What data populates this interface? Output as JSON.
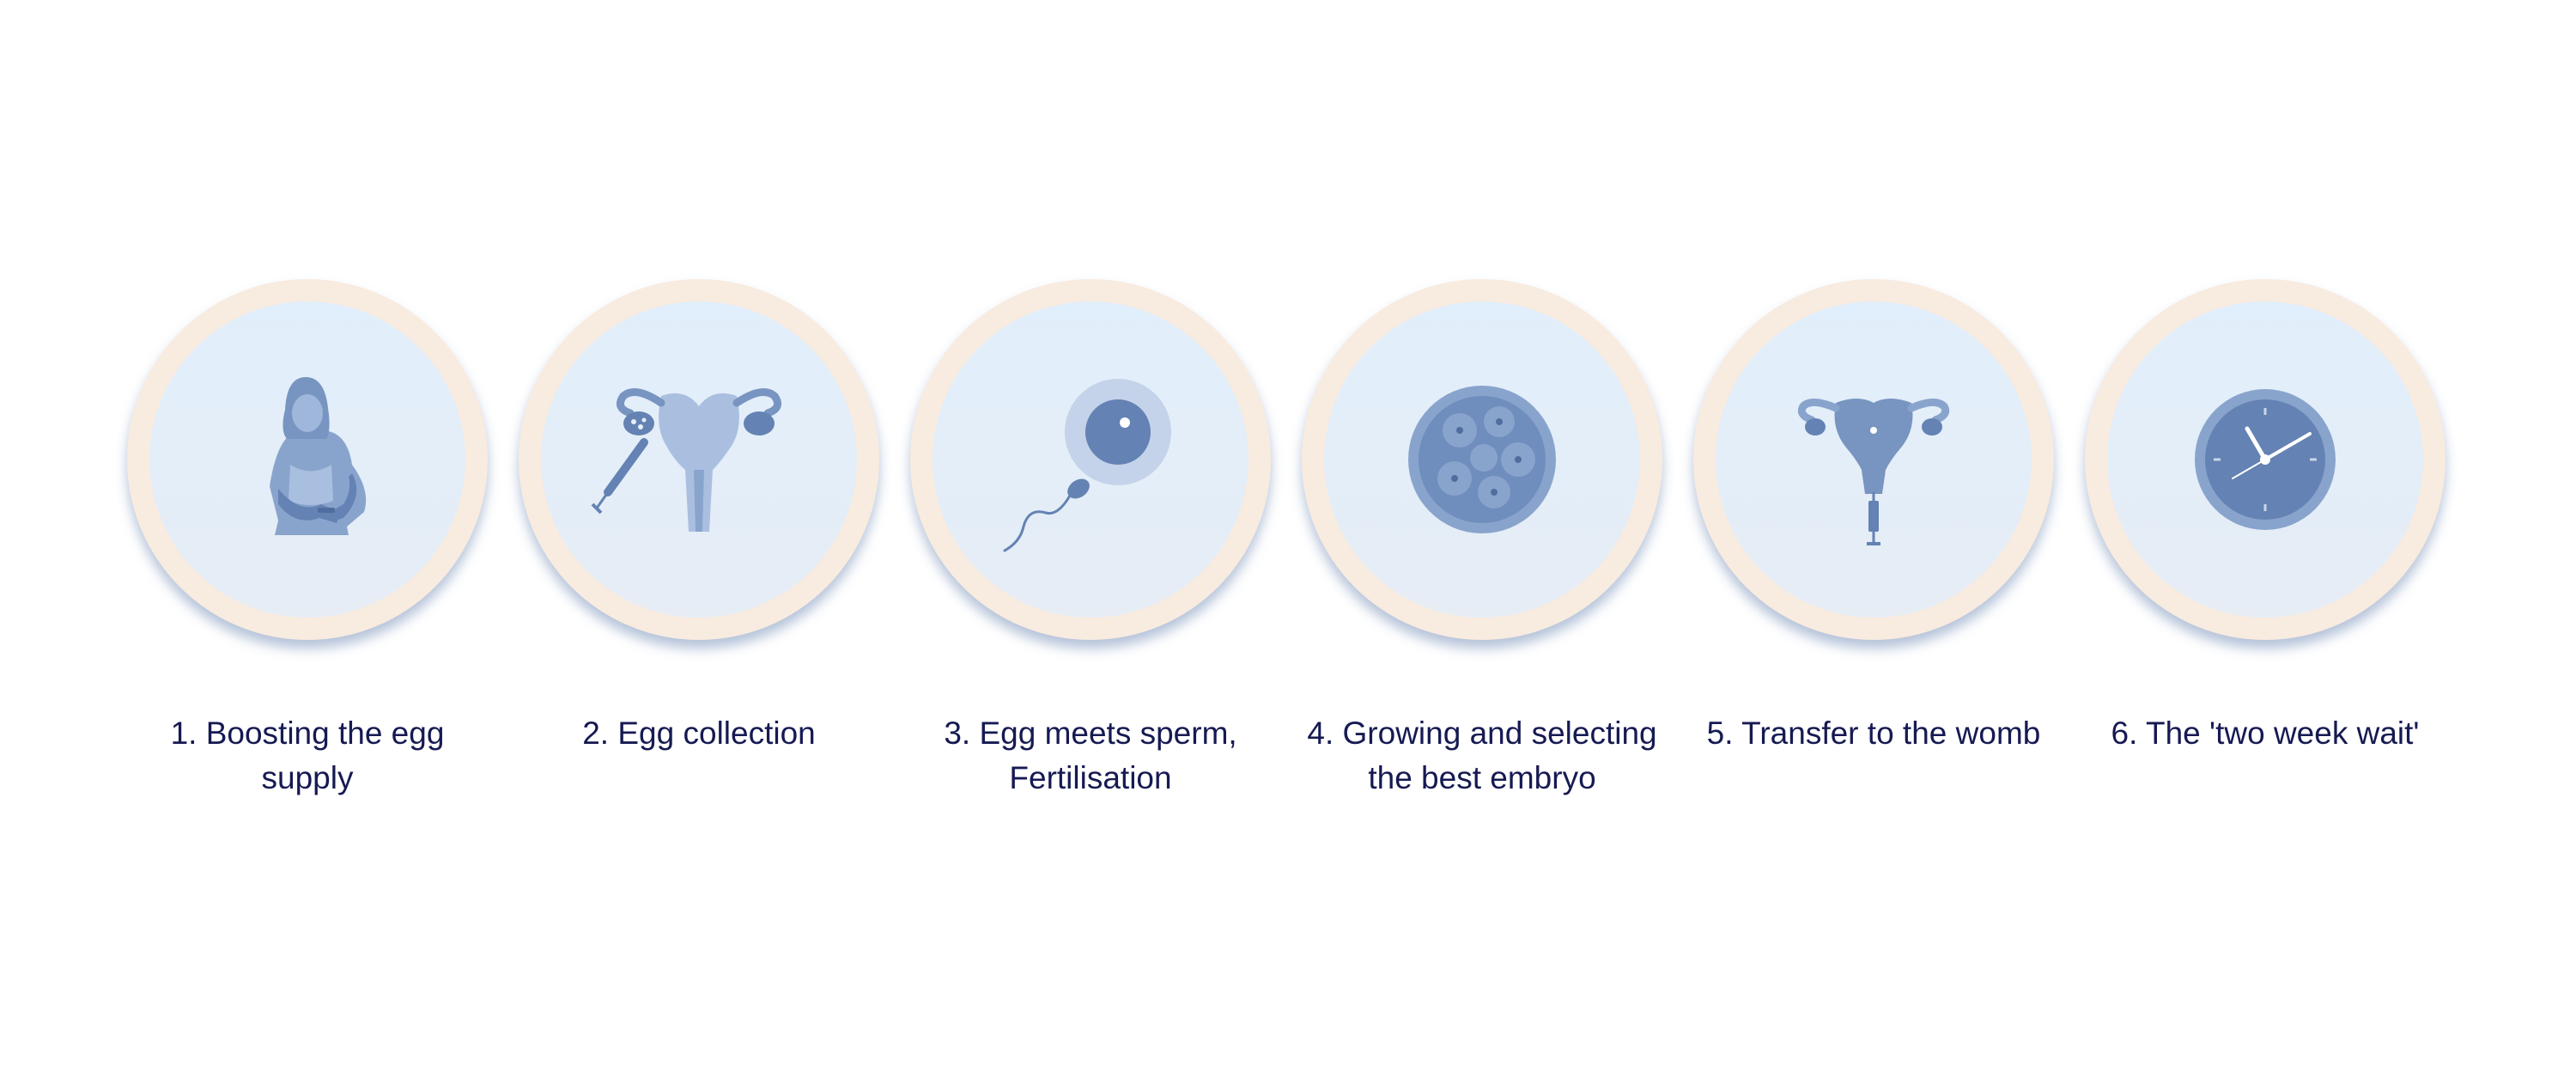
{
  "steps": [
    {
      "label": "1. Boosting the egg\nsupply",
      "icon": "woman-injecting-icon"
    },
    {
      "label": "2. Egg collection",
      "icon": "uterus-needle-icon"
    },
    {
      "label": "3. Egg meets sperm,\nFertilisation",
      "icon": "egg-sperm-icon"
    },
    {
      "label": "4. Growing and selecting\nthe best embryo",
      "icon": "embryo-icon"
    },
    {
      "label": "5. Transfer to the womb",
      "icon": "uterus-transfer-icon"
    },
    {
      "label": "6. The 'two week wait'",
      "icon": "clock-icon"
    }
  ],
  "colors": {
    "ring": "#f8ebe0",
    "inner_top": "#e1eefb",
    "icon_dark": "#6482b3",
    "icon_mid": "#89a4cc",
    "icon_light": "#b7c8e4",
    "label_text": "#161a52"
  }
}
